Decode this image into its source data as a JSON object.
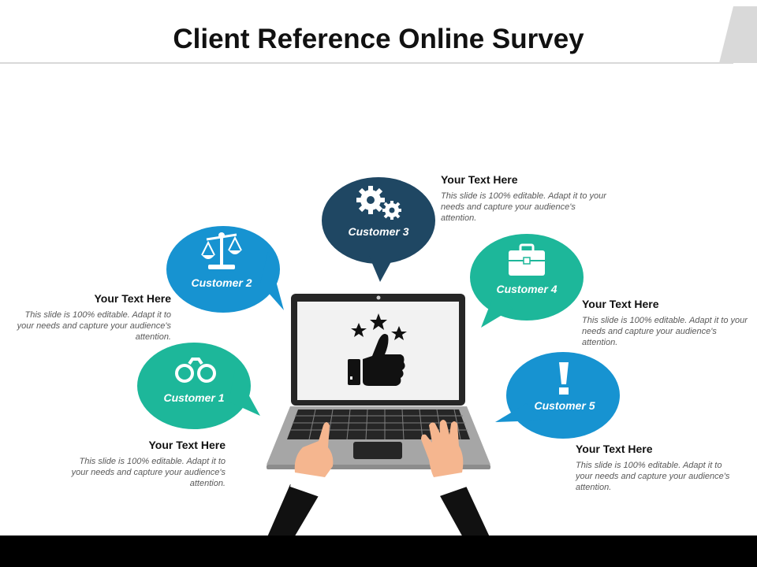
{
  "title": "Client Reference Online Survey",
  "colors": {
    "teal": "#1db79a",
    "blue": "#1793d1",
    "navy": "#1f4763",
    "laptop_body": "#262626",
    "laptop_base": "#a6a6a6",
    "screen": "#f2f2f2",
    "skin": "#f5b68f",
    "sleeve": "#111111"
  },
  "customers": [
    {
      "label": "Customer 1",
      "icon": "binoculars-icon"
    },
    {
      "label": "Customer 2",
      "icon": "scales-icon"
    },
    {
      "label": "Customer 3",
      "icon": "gears-icon"
    },
    {
      "label": "Customer 4",
      "icon": "briefcase-icon"
    },
    {
      "label": "Customer 5",
      "icon": "exclamation-icon"
    }
  ],
  "screen_icon": "thumbs-up-stars-icon",
  "texts": [
    {
      "heading": "Your Text Here",
      "body": "This slide is 100% editable. Adapt it to your needs and capture your audience's attention."
    },
    {
      "heading": "Your Text Here",
      "body": "This slide is 100% editable. Adapt it to your needs and capture your audience's attention."
    },
    {
      "heading": "Your Text Here",
      "body": "This slide is 100% editable. Adapt it to your needs and capture your audience's attention."
    },
    {
      "heading": "Your Text Here",
      "body": "This slide is 100% editable. Adapt it to your needs and capture your audience's attention."
    },
    {
      "heading": "Your Text Here",
      "body": "This slide is 100% editable. Adapt it to your needs and capture your audience's attention."
    }
  ]
}
